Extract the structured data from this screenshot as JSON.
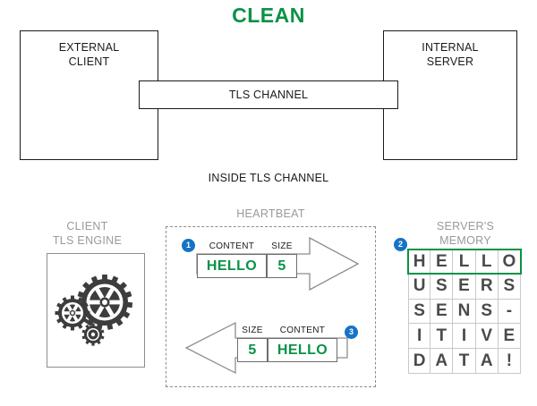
{
  "title": "CLEAN",
  "colors": {
    "accent_green": "#0a9246",
    "badge_blue": "#1573c6",
    "grey_caption": "#9a9a9a",
    "ink": "#1a1a1a"
  },
  "top_diagram": {
    "left_node": {
      "line1": "EXTERNAL",
      "line2": "CLIENT"
    },
    "right_node": {
      "line1": "INTERNAL",
      "line2": "SERVER"
    },
    "channel_label": "TLS CHANNEL"
  },
  "inside_label": "INSIDE TLS CHANNEL",
  "bottom_diagram": {
    "client_engine_caption": {
      "line1": "CLIENT",
      "line2": "TLS ENGINE"
    },
    "heartbeat_caption": "HEARTBEAT",
    "server_memory_caption": {
      "line1": "SERVER'S",
      "line2": "MEMORY"
    },
    "outgoing_packet": {
      "badge": "1",
      "content_label": "CONTENT",
      "content_value": "HELLO",
      "size_label": "SIZE",
      "size_value": "5"
    },
    "memory_badge": "2",
    "incoming_packet": {
      "badge": "3",
      "size_label": "SIZE",
      "size_value": "5",
      "content_label": "CONTENT",
      "content_value": "HELLO"
    },
    "memory_grid": {
      "rows": [
        [
          "H",
          "E",
          "L",
          "L",
          "O"
        ],
        [
          "U",
          "S",
          "E",
          "R",
          "S"
        ],
        [
          "S",
          "E",
          "N",
          "S",
          "-"
        ],
        [
          "I",
          "T",
          "I",
          "V",
          "E"
        ],
        [
          "D",
          "A",
          "T",
          "A",
          "!"
        ]
      ],
      "highlighted_row_index": 0
    }
  }
}
